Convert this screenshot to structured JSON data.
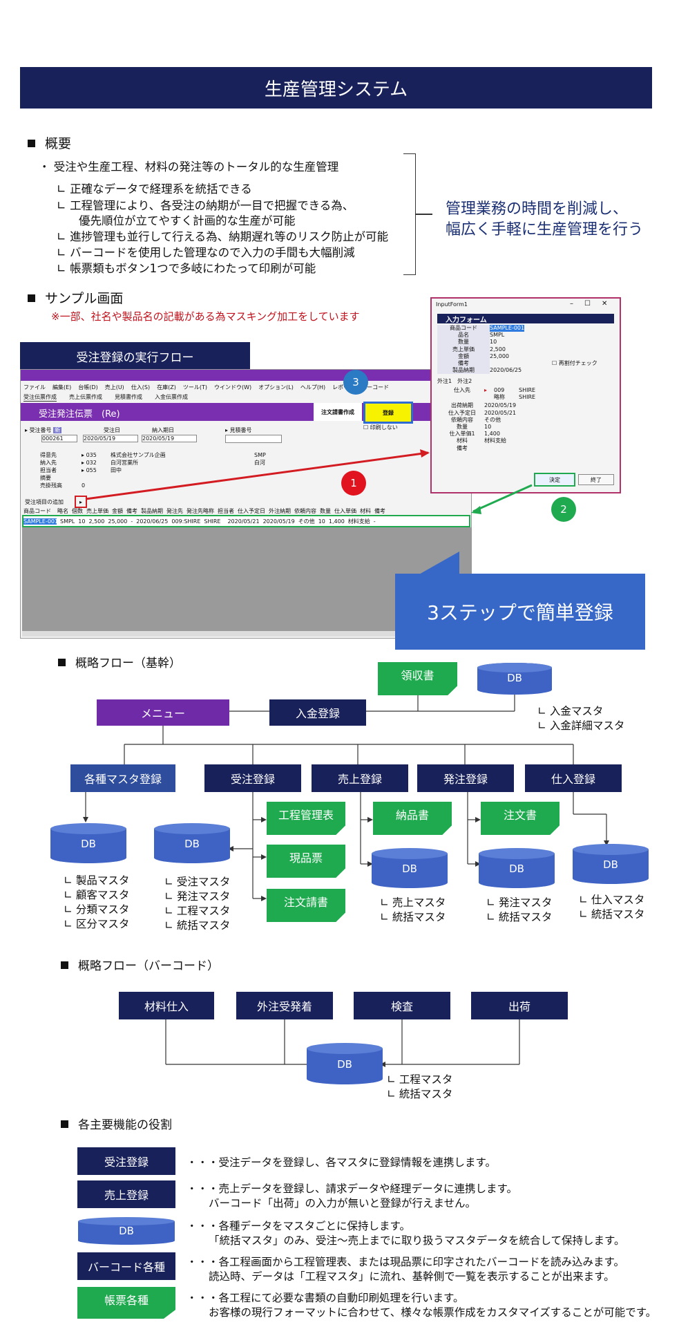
{
  "title": "生産管理システム",
  "overview": {
    "heading": "概要",
    "bullet": "受注や生産工程、材料の発注等のトータル的な生産管理",
    "items": [
      "正確なデータで経理系を統括できる",
      "工程管理により、各受注の納期が一目で把握できる為、",
      "優先順位が立てやすく計画的な生産が可能",
      "進捗管理も並行して行える為、納期遅れ等のリスク防止が可能",
      "バーコードを使用した管理なので入力の手間も大幅削減",
      "帳票類もボタン1つで多岐にわたって印刷が可能"
    ],
    "summary_line1": "管理業務の時間を削減し、",
    "summary_line2": "幅広く手軽に生産管理を行う"
  },
  "sample": {
    "heading": "サンプル画面",
    "note": "※一部、社名や製品名の記載がある為マスキング加工をしています",
    "flow_label": "受注登録の実行フロー",
    "callout": "3ステップで簡単登録",
    "steps": [
      "1",
      "2",
      "3"
    ],
    "main_window": {
      "menu": [
        "ファイル",
        "編集(E)",
        "台帳(D)",
        "売上(U)",
        "仕入(S)",
        "在庫(Z)",
        "ツール(T)",
        "ウインドウ(W)",
        "オプション(L)",
        "ヘルプ(H)",
        "レポート",
        "バーコード"
      ],
      "tabs": [
        "受注伝票作成",
        "売上伝票作成",
        "見積書作成",
        "入金伝票作成"
      ],
      "form_title": "受注発注伝票　(Re)",
      "btn_order_sheet": "注文請書作成",
      "btn_register": "登録",
      "print_option": "印刷しない",
      "order_no_label": "受注番号",
      "order_no": "000261",
      "new_label": "新",
      "order_date_label": "受注日",
      "order_date": "2020/05/19",
      "due_label": "納入期日",
      "due_date": "2020/05/19",
      "estimate_label": "見積番号",
      "customer_label": "得意先",
      "customer_code": "035",
      "customer_name": "株式会社サンプル企画",
      "customer_short": "SMP",
      "delivery_label": "納入先",
      "delivery_code": "032",
      "delivery_name": "白河営業所",
      "delivery_short": "白河",
      "staff_label": "担当者",
      "staff_code": "055",
      "staff_name": "田中",
      "memo_label": "摘要",
      "remaining_label": "売掛残高",
      "remaining": "0",
      "add_items_label": "受注項目の追加",
      "grid_headers": [
        "商品コード",
        "略名",
        "個数",
        "売上単価",
        "金額",
        "備考",
        "製品納期",
        "発注先",
        "発注先略称",
        "担当者",
        "仕入予定日",
        "外注納期",
        "依頼内容",
        "数量",
        "仕入単価",
        "材料",
        "備考"
      ],
      "grid_row": [
        "SAMPLE-001",
        "SMPL",
        "10",
        "2,500",
        "25,000",
        "-",
        "2020/06/25",
        "009:SHIRE",
        "SHIRE",
        "",
        "2020/05/21",
        "2020/05/19",
        "その他",
        "10",
        "1,400",
        "材料支給",
        "-"
      ]
    },
    "input_form": {
      "window_title": "InputForm1",
      "header": "入力フォーム",
      "fields": [
        {
          "label": "商品コード",
          "value": "SAMPLE-001"
        },
        {
          "label": "品名",
          "value": "SMPL"
        },
        {
          "label": "数量",
          "value": "10"
        },
        {
          "label": "売上単価",
          "value": "2,500"
        },
        {
          "label": "金額",
          "value": "25,000"
        },
        {
          "label": "備考",
          "value": ""
        },
        {
          "label": "製品納期",
          "value": "2020/06/25"
        }
      ],
      "recalc": "再割付チェック",
      "tabs": [
        "外注1",
        "外注2"
      ],
      "supplier_label": "仕入先",
      "supplier_code": "009",
      "supplier_name": "SHIRE",
      "short_label": "略称",
      "short_name": "SHIRE",
      "fields2": [
        {
          "label": "出荷納期",
          "value": "2020/05/19"
        },
        {
          "label": "仕入予定日",
          "value": "2020/05/21"
        },
        {
          "label": "依頼内容",
          "value": "その他"
        },
        {
          "label": "数量",
          "value": "10"
        },
        {
          "label": "仕入単価1",
          "value": "1,400"
        },
        {
          "label": "材料",
          "value": "材料支給"
        },
        {
          "label": "備考",
          "value": ""
        }
      ],
      "btn_ok": "決定",
      "btn_end": "終了"
    }
  },
  "flow1": {
    "heading": "概略フロー（基幹）",
    "menu": "メニュー",
    "payment": "入金登録",
    "receipt": "領収書",
    "db": "DB",
    "payment_masters": [
      "入金マスタ",
      "入金詳細マスタ"
    ],
    "modules": [
      "各種マスタ登録",
      "受注登録",
      "売上登録",
      "発注登録",
      "仕入登録"
    ],
    "docs": [
      "工程管理表",
      "現品票",
      "注文請書",
      "納品書",
      "注文書"
    ],
    "master_groups": [
      [
        "製品マスタ",
        "顧客マスタ",
        "分類マスタ",
        "区分マスタ"
      ],
      [
        "受注マスタ",
        "発注マスタ",
        "工程マスタ",
        "統括マスタ"
      ],
      [
        "売上マスタ",
        "統括マスタ"
      ],
      [
        "発注マスタ",
        "統括マスタ"
      ],
      [
        "仕入マスタ",
        "統括マスタ"
      ]
    ]
  },
  "flow2": {
    "heading": "概略フロー（バーコード）",
    "steps": [
      "材料仕入",
      "外注受発着",
      "検査",
      "出荷"
    ],
    "db": "DB",
    "masters": [
      "工程マスタ",
      "統括マスタ"
    ]
  },
  "roles": {
    "heading": "各主要機能の役割",
    "items": [
      {
        "name": "受注登録",
        "line1": "・・・受注データを登録し、各マスタに登録情報を連携します。",
        "line2": ""
      },
      {
        "name": "売上登録",
        "line1": "・・・売上データを登録し、請求データや経理データに連携します。",
        "line2": "バーコード「出荷」の入力が無いと登録が行えません。"
      },
      {
        "name": "DB",
        "line1": "・・・各種データをマスタごとに保持します。",
        "line2": "「統括マスタ」のみ、受注～売上までに取り扱うマスタデータを統合して保持します。"
      },
      {
        "name": "バーコード各種",
        "line1": "・・・各工程画面から工程管理表、または現品票に印字されたバーコードを読み込みます。",
        "line2": "読込時、データは「工程マスタ」に流れ、基幹側で一覧を表示することが出来ます。"
      },
      {
        "name": "帳票各種",
        "line1": "・・・各工程にて必要な書類の自動印刷処理を行います。",
        "line2": "お客様の現行フォーマットに合わせて、様々な帳票作成をカスタマイズすることが可能です。"
      }
    ]
  },
  "colors": {
    "navy": "#18215a",
    "blue": "#2e4d9c",
    "purple": "#6f2aa8",
    "green": "#1faa4f",
    "red": "#c0121c",
    "callout": "#3768c8"
  }
}
